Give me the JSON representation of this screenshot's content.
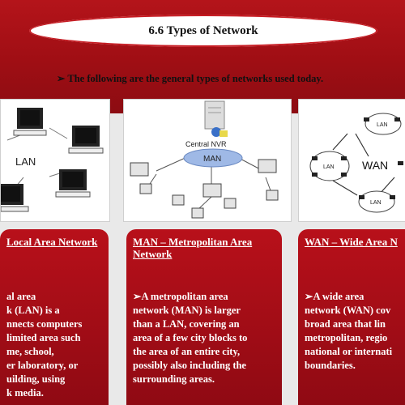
{
  "slide": {
    "title": "6.6 Types of Network",
    "subtitle": "➢ The following are the general types of networks used today."
  },
  "diagrams": {
    "lan_label": "LAN",
    "man_label": "MAN",
    "man_server_label": "Central NVR",
    "wan_label": "WAN",
    "wan_sub_lan": "LAN"
  },
  "cards": [
    {
      "heading": "Local Area Network",
      "lines": [
        "al area",
        "k (LAN) is a",
        "nnects computers",
        "limited area such",
        "me, school,",
        "er laboratory, or",
        "uilding, using",
        "k media."
      ]
    },
    {
      "heading_line1": "MAN – Metropolitan Area",
      "heading_line2": "Network",
      "lines": [
        "➢A metropolitan area",
        "network (MAN) is  larger",
        "than a LAN, covering an",
        "area of a few city blocks to",
        "the area of an entire city,",
        "possibly also including the",
        "surrounding areas."
      ]
    },
    {
      "heading": "WAN – Wide Area N",
      "lines": [
        "➢A wide area",
        "network (WAN) cov",
        "broad area  that lin",
        "metropolitan, regio",
        "national or internati",
        "boundaries."
      ]
    }
  ],
  "colors": {
    "accent": "#b4141a",
    "card": "#a00d16",
    "man_ellipse": "#9fb9e6"
  }
}
